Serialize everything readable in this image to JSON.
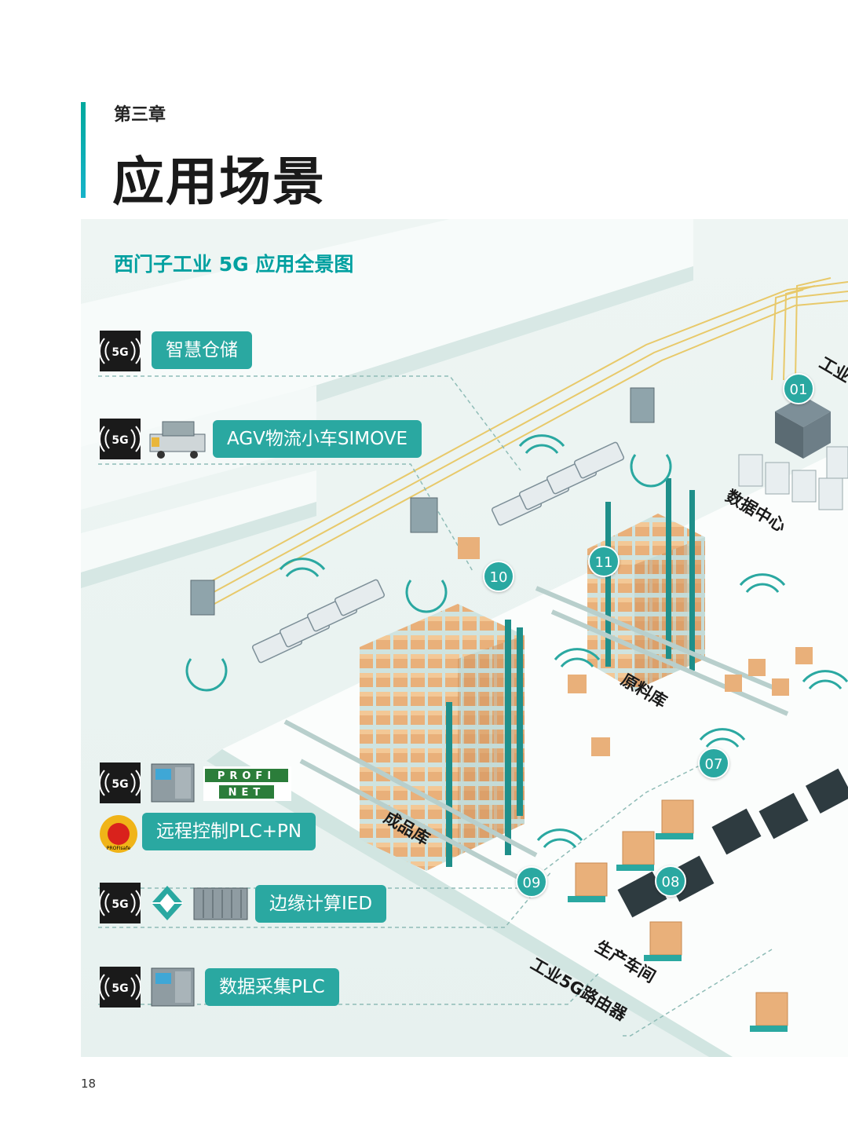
{
  "chapter": "第三章",
  "title": "应用场景",
  "diagram": {
    "title": "西门子工业 5G 应用全景图",
    "legend": [
      {
        "label": "智慧仓储",
        "icons": [
          "5g-icon"
        ]
      },
      {
        "label": "AGV物流小车SIMOVE",
        "icons": [
          "5g-icon",
          "agv-vehicle-icon"
        ]
      },
      {
        "label": "远程控制PLC+PN",
        "icons": [
          "5g-icon",
          "plc-icon",
          "profinet-logo",
          "profisafe-badge"
        ]
      },
      {
        "label": "边缘计算IED",
        "icons": [
          "5g-icon",
          "edge-diamond-icon",
          "ied-device-icon"
        ]
      },
      {
        "label": "数据采集PLC",
        "icons": [
          "5g-icon",
          "plc-icon"
        ]
      }
    ],
    "logo_text": {
      "badge_5g": "5G",
      "profinet_top": "PROFI",
      "profinet_bottom": "NET",
      "profisafe": "PROFIsafe"
    },
    "areas": [
      {
        "label": "数据中心"
      },
      {
        "label": "原料库"
      },
      {
        "label": "成品库"
      },
      {
        "label": "生产车间"
      },
      {
        "label": "工业5G路由器"
      },
      {
        "label": "工业"
      }
    ],
    "badges": [
      "01",
      "07",
      "08",
      "09",
      "10",
      "11"
    ]
  },
  "colors": {
    "accent": "#2aa8a1",
    "title_teal": "#00a0a0",
    "box": "#e8b078",
    "rack": "#1f8f8a",
    "cable": "#e8c96a"
  },
  "page_number": "18"
}
